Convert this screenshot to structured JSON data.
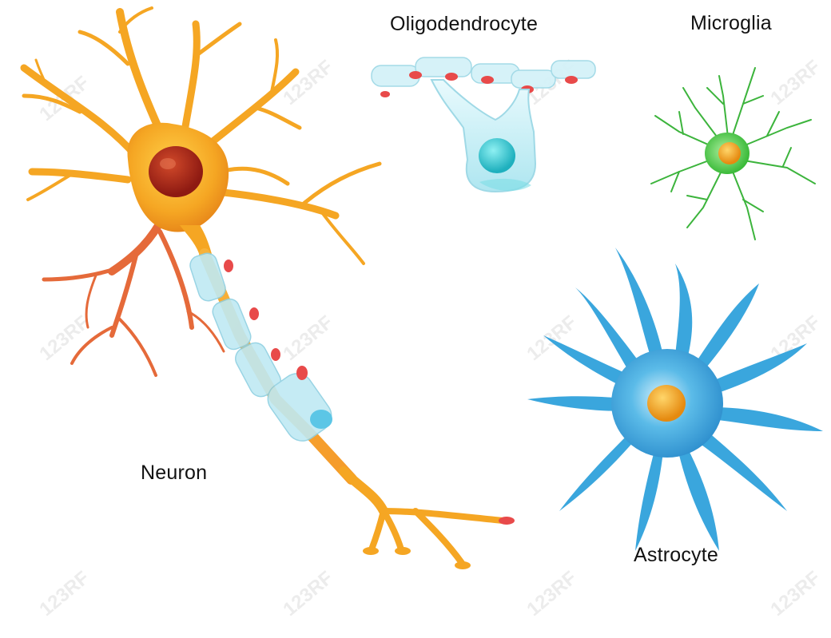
{
  "labels": {
    "oligodendrocyte": "Oligodendrocyte",
    "microglia": "Microglia",
    "neuron": "Neuron",
    "astrocyte": "Astrocyte"
  },
  "watermark": "123RF",
  "colors": {
    "neuron": "#f5a623",
    "neuron_dendrite_red": "#e0523a",
    "nucleus_neuron": "#b3261e",
    "myelin": "#bfe9f3",
    "node_red": "#e84a4a",
    "oligodendrocyte": "#c7eef5",
    "oligo_nucleus": "#36c5cf",
    "microglia": "#3cc43c",
    "microglia_nucleus": "#f0a020",
    "astrocyte": "#3aa6dd",
    "astrocyte_nucleus": "#f0a020"
  }
}
